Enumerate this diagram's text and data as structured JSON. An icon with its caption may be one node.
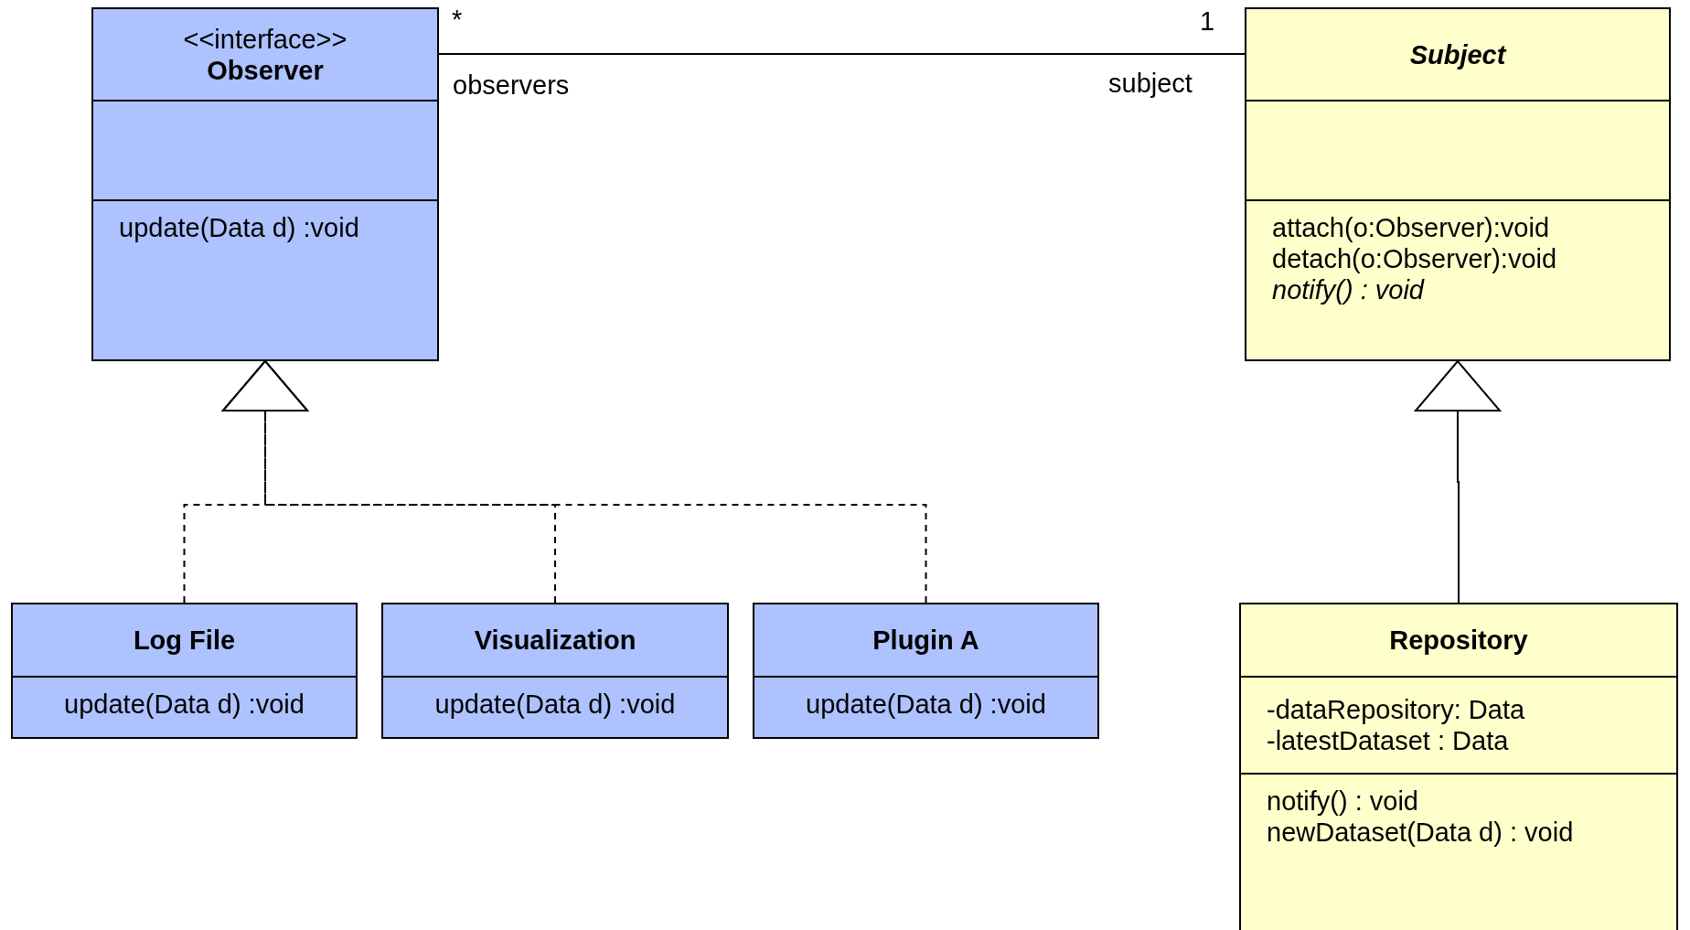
{
  "diagram": {
    "nodes": [
      {
        "text": [
          "<<interface>>",
          "Observer",
          "update(Data d) :void"
        ]
      },
      {
        "text": [
          "Subject",
          "attach(o:Observer):void",
          "detach(o:Observer):void",
          "notify() : void"
        ]
      },
      {
        "text": [
          "Log File",
          "update(Data d) :void"
        ]
      },
      {
        "text": [
          "Visualization",
          "update(Data d) :void"
        ]
      },
      {
        "text": [
          "Plugin A",
          "update(Data d) :void"
        ]
      },
      {
        "text": [
          "Repository",
          "-dataRepository: Data",
          "-latestDataset : Data",
          "notify() : void",
          "newDataset(Data d) : void"
        ]
      }
    ],
    "edges": [
      {
        "from": 0,
        "to": 1,
        "arrow": "none"
      },
      {
        "from": 2,
        "to": 0,
        "arrow": "to",
        "style": "dashed"
      },
      {
        "from": 3,
        "to": 0,
        "arrow": "to",
        "style": "dashed"
      },
      {
        "from": 4,
        "to": 0,
        "arrow": "to",
        "style": "dashed"
      },
      {
        "from": 5,
        "to": 1,
        "arrow": "to"
      }
    ],
    "labels": [
      "*",
      "observers",
      "1",
      "subject"
    ]
  }
}
